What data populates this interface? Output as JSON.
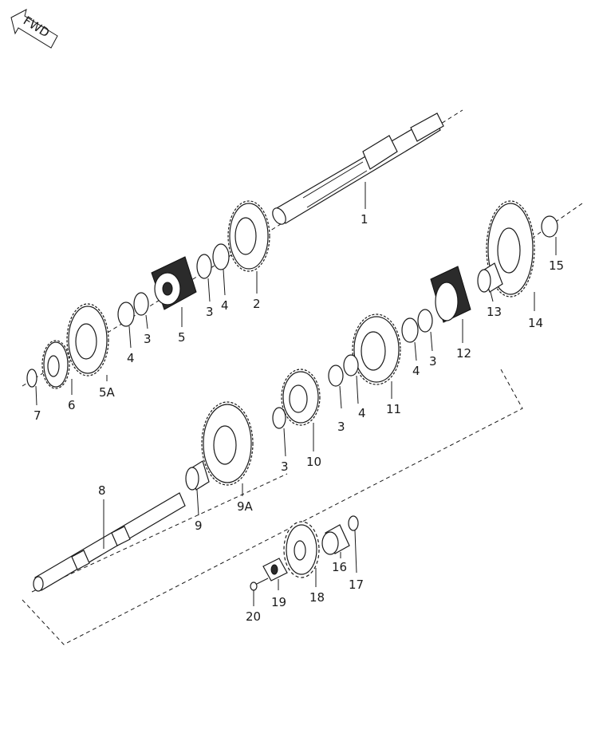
{
  "fwd_label": "FWD",
  "callouts": {
    "p1": "1",
    "p2": "2",
    "p3a": "3",
    "p3b": "3",
    "p3c": "3",
    "p3d": "3",
    "p3e": "3",
    "p4a": "4",
    "p4b": "4",
    "p4c": "4",
    "p4d": "4",
    "p5": "5",
    "p5a": "5A",
    "p6": "6",
    "p7": "7",
    "p8": "8",
    "p9": "9",
    "p9a": "9A",
    "p10": "10",
    "p11": "11",
    "p12": "12",
    "p13": "13",
    "p14": "14",
    "p15": "15",
    "p16": "16",
    "p17": "17",
    "p18": "18",
    "p19": "19",
    "p20": "20"
  }
}
